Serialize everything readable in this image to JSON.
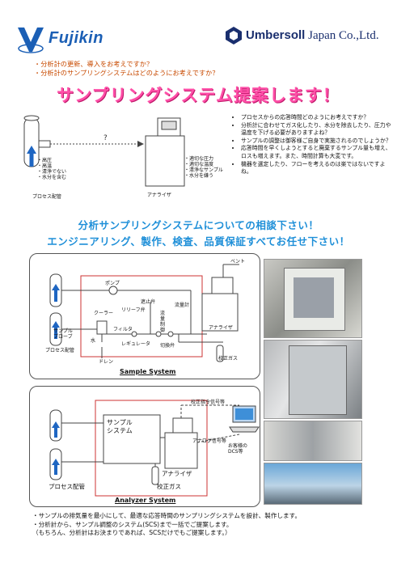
{
  "brand": {
    "fujikin": "Fujikin",
    "umbersoll_bold": "Umbersoll",
    "umbersoll_rest": "Japan Co.,Ltd."
  },
  "intro": [
    "・分析計の更新、導入をお考えですか？",
    "・分析計のサンプリングシステムはどのようにお考えですか？"
  ],
  "headline": "サンプリングシステム提案します！",
  "top_diagram": {
    "question": "?",
    "process_label": "プロセス配管",
    "analyzer_label": "アナライザ",
    "process_conditions": [
      "・高圧",
      "・高温",
      "・清浄でない",
      "・水分を含む"
    ],
    "analyzer_conditions": [
      "・適切な圧力",
      "・適切な温度",
      "・清浄なサンプル",
      "・水分を嫌う"
    ]
  },
  "bullets": [
    "プロセスからの応答時間どのようにお考えですか？",
    "分析計に合わせてガス化したり、水分を除去したり、圧力や温度を下げる必要がありますよね？",
    "サンプルの調整は御客様ご自身で実施されるのでしょうか？",
    "応答時間を早くしようとすると廃棄するサンプル量も増え、ロスも増えます。また、時間計算も大変です。",
    "機器を選定したり、フローを考えるのは楽ではないですよね。"
  ],
  "callout": [
    "分析サンプリングシステムについての相談下さい！",
    "エンジニアリング、製作、検査、品質保証すべてお任せ下さい！"
  ],
  "sample_system": {
    "caption": "Sample System",
    "labels": {
      "vent": "ベント",
      "pump": "ポンプ",
      "stop_valve": "遮止弁",
      "relief_valve": "リリーフ弁",
      "flowmeter": "流量計",
      "cooler": "クーラー",
      "sample_probe": "サンプル\nプローブ",
      "water": "水",
      "filter": "フィルタ",
      "regulator": "レギュレータ",
      "switch_valve": "切換弁",
      "flow_valve": "流\n量\n制\n御",
      "drain": "ドレン",
      "analyzer": "アナライザ",
      "process": "プロセス配管",
      "cal_gas": "校正ガス"
    }
  },
  "analyzer_system": {
    "caption": "Analyzer System",
    "labels": {
      "cal_signal": "校正指令信号等",
      "sample_system": "サンプル\nシステム",
      "analog_signal": "アナログ信号等",
      "customer_dcs": "お客様の\nDCS等",
      "analyzer": "アナライザ",
      "process": "プロセス配管",
      "cal_gas": "校正ガス"
    }
  },
  "footer": [
    "・サンプルの排気量を最小にして、最適な応答時間のサンプリングシステムを設計、製作します。",
    "・分析計から、サンプル調整のシステム(SCS)まで一括でご提案します。",
    "（もちろん、分析計はお決まりであれば、SCSだけでもご提案します。）"
  ],
  "colors": {
    "headline": "#ff4fa8",
    "callout": "#1e8fd8",
    "intro": "#c84a00",
    "arrow": "#1f66c2"
  }
}
